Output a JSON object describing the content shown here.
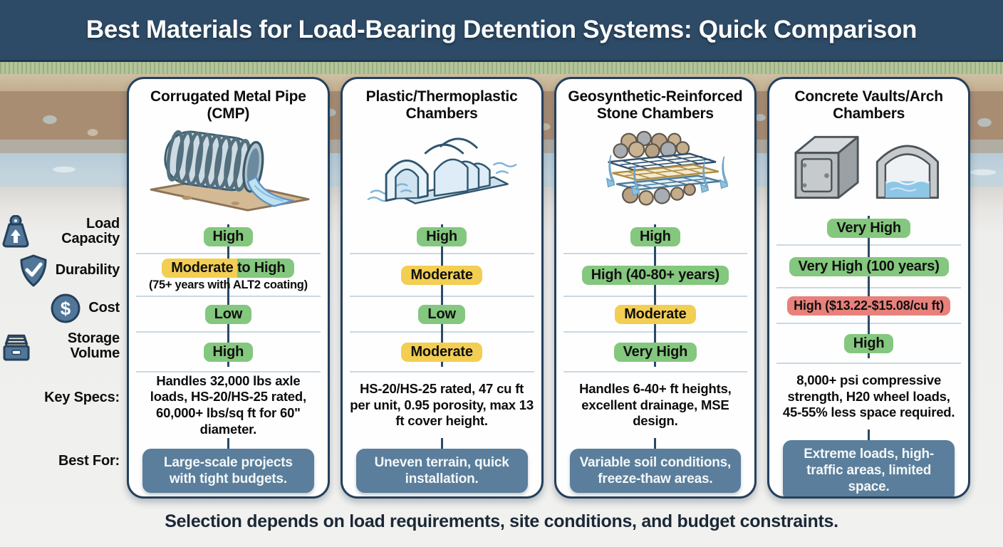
{
  "header": {
    "title": "Best Materials for Load-Bearing Detention Systems: Quick Comparison"
  },
  "rows": {
    "load_capacity": {
      "label": "Load Capacity",
      "icon": "weight-icon"
    },
    "durability": {
      "label": "Durability",
      "icon": "shield-check-icon"
    },
    "cost": {
      "label": "Cost",
      "icon": "dollar-icon"
    },
    "storage": {
      "label": "Storage Volume",
      "icon": "storage-drawer-icon"
    },
    "key_specs": {
      "label": "Key Specs:"
    },
    "best_for": {
      "label": "Best For:"
    }
  },
  "colors": {
    "header_bg": "#2d4a66",
    "card_border": "#24405c",
    "rating_green": "#84c77e",
    "rating_yellow": "#f2ce53",
    "rating_red": "#e8817b",
    "best_for_bg": "#5a7e9b"
  },
  "columns": [
    {
      "title": "Corrugated Metal Pipe (CMP)",
      "illustration": "corrugated-metal-pipe",
      "ratings": {
        "load": {
          "text": "High",
          "color": "green"
        },
        "durability": {
          "text": "Moderate to High",
          "color": "yellow-green-split",
          "note": "(75+ years with ALT2 coating)"
        },
        "cost": {
          "text": "Low",
          "color": "green"
        },
        "storage": {
          "text": "High",
          "color": "green"
        }
      },
      "key_specs": "Handles 32,000 lbs axle loads, HS-20/HS-25 rated, 60,000+ lbs/sq ft for 60\" diameter.",
      "best_for": "Large-scale projects with tight budgets."
    },
    {
      "title": "Plastic/Thermoplastic Chambers",
      "illustration": "plastic-arch-chambers",
      "ratings": {
        "load": {
          "text": "High",
          "color": "green"
        },
        "durability": {
          "text": "Moderate",
          "color": "yellow"
        },
        "cost": {
          "text": "Low",
          "color": "green"
        },
        "storage": {
          "text": "Moderate",
          "color": "yellow"
        }
      },
      "key_specs": "HS-20/HS-25 rated, 47 cu ft per unit, 0.95 porosity, max 13 ft cover height.",
      "best_for": "Uneven terrain, quick installation."
    },
    {
      "title": "Geosynthetic-Reinforced Stone Chambers",
      "illustration": "geosynthetic-stone-layers",
      "ratings": {
        "load": {
          "text": "High",
          "color": "green"
        },
        "durability": {
          "text": "High (40-80+ years)",
          "color": "green"
        },
        "cost": {
          "text": "Moderate",
          "color": "yellow"
        },
        "storage": {
          "text": "Very High",
          "color": "green"
        }
      },
      "key_specs": "Handles 6-40+ ft heights, excellent drainage, MSE design.",
      "best_for": "Variable soil conditions, freeze-thaw areas."
    },
    {
      "title": "Concrete Vaults/Arch Chambers",
      "illustration": "concrete-vault-and-arch",
      "ratings": {
        "load": {
          "text": "Very High",
          "color": "green"
        },
        "durability": {
          "text": "Very High (100 years)",
          "color": "green"
        },
        "cost": {
          "text": "High ($13.22-$15.08/cu ft)",
          "color": "red"
        },
        "storage": {
          "text": "High",
          "color": "green"
        }
      },
      "key_specs": "8,000+ psi compressive strength, H20 wheel loads, 45-55% less space required.",
      "best_for": "Extreme loads, high-traffic areas, limited space."
    }
  ],
  "footer": {
    "note": "Selection depends on load requirements, site conditions, and budget constraints."
  }
}
